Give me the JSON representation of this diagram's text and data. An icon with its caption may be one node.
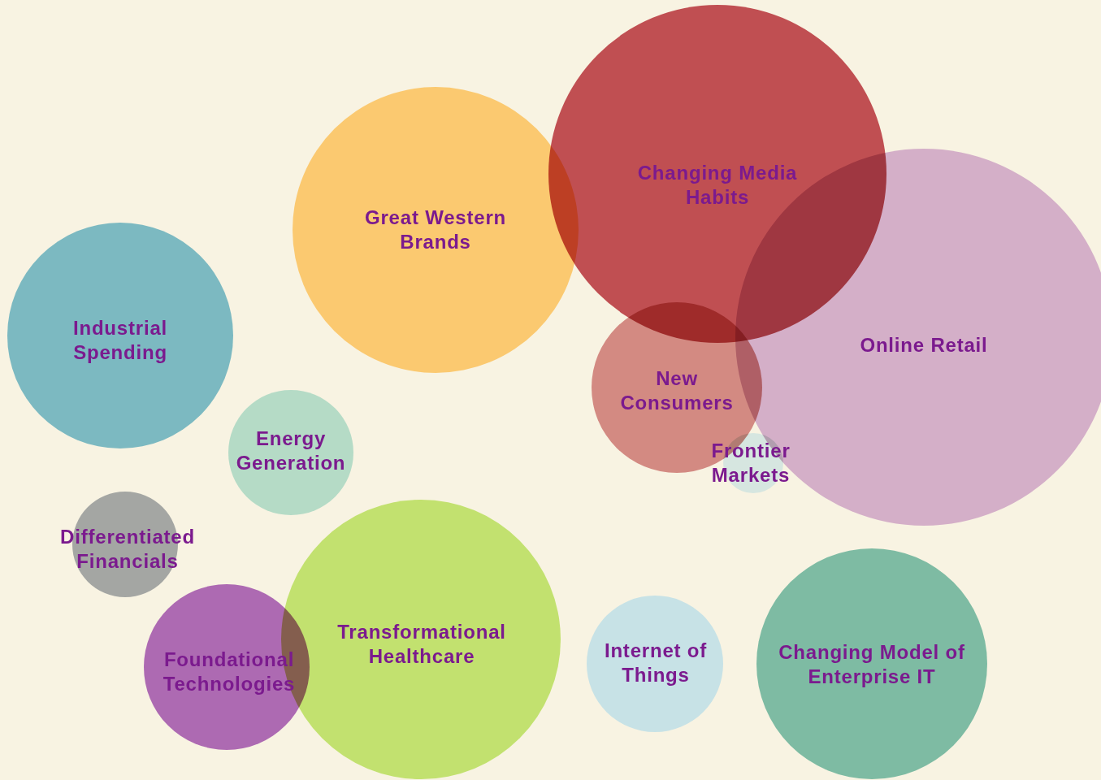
{
  "diagram": {
    "nodes": [
      {
        "text": [
          "Changing Media Habits"
        ]
      },
      {
        "text": [
          "Great Western Brands"
        ]
      },
      {
        "text": [
          "Industrial Spending"
        ]
      },
      {
        "text": [
          "Online Retail"
        ]
      },
      {
        "text": [
          "New Consumers"
        ]
      },
      {
        "text": [
          "Energy Generation"
        ]
      },
      {
        "text": [
          "Frontier Markets"
        ]
      },
      {
        "text": [
          "Differentiated Financials"
        ]
      },
      {
        "text": [
          "Transformational Healthcare"
        ]
      },
      {
        "text": [
          "Internet of Things"
        ]
      },
      {
        "text": [
          "Changing Model of Enterprise IT"
        ]
      },
      {
        "text": [
          "Foundational Technologies"
        ]
      }
    ]
  }
}
